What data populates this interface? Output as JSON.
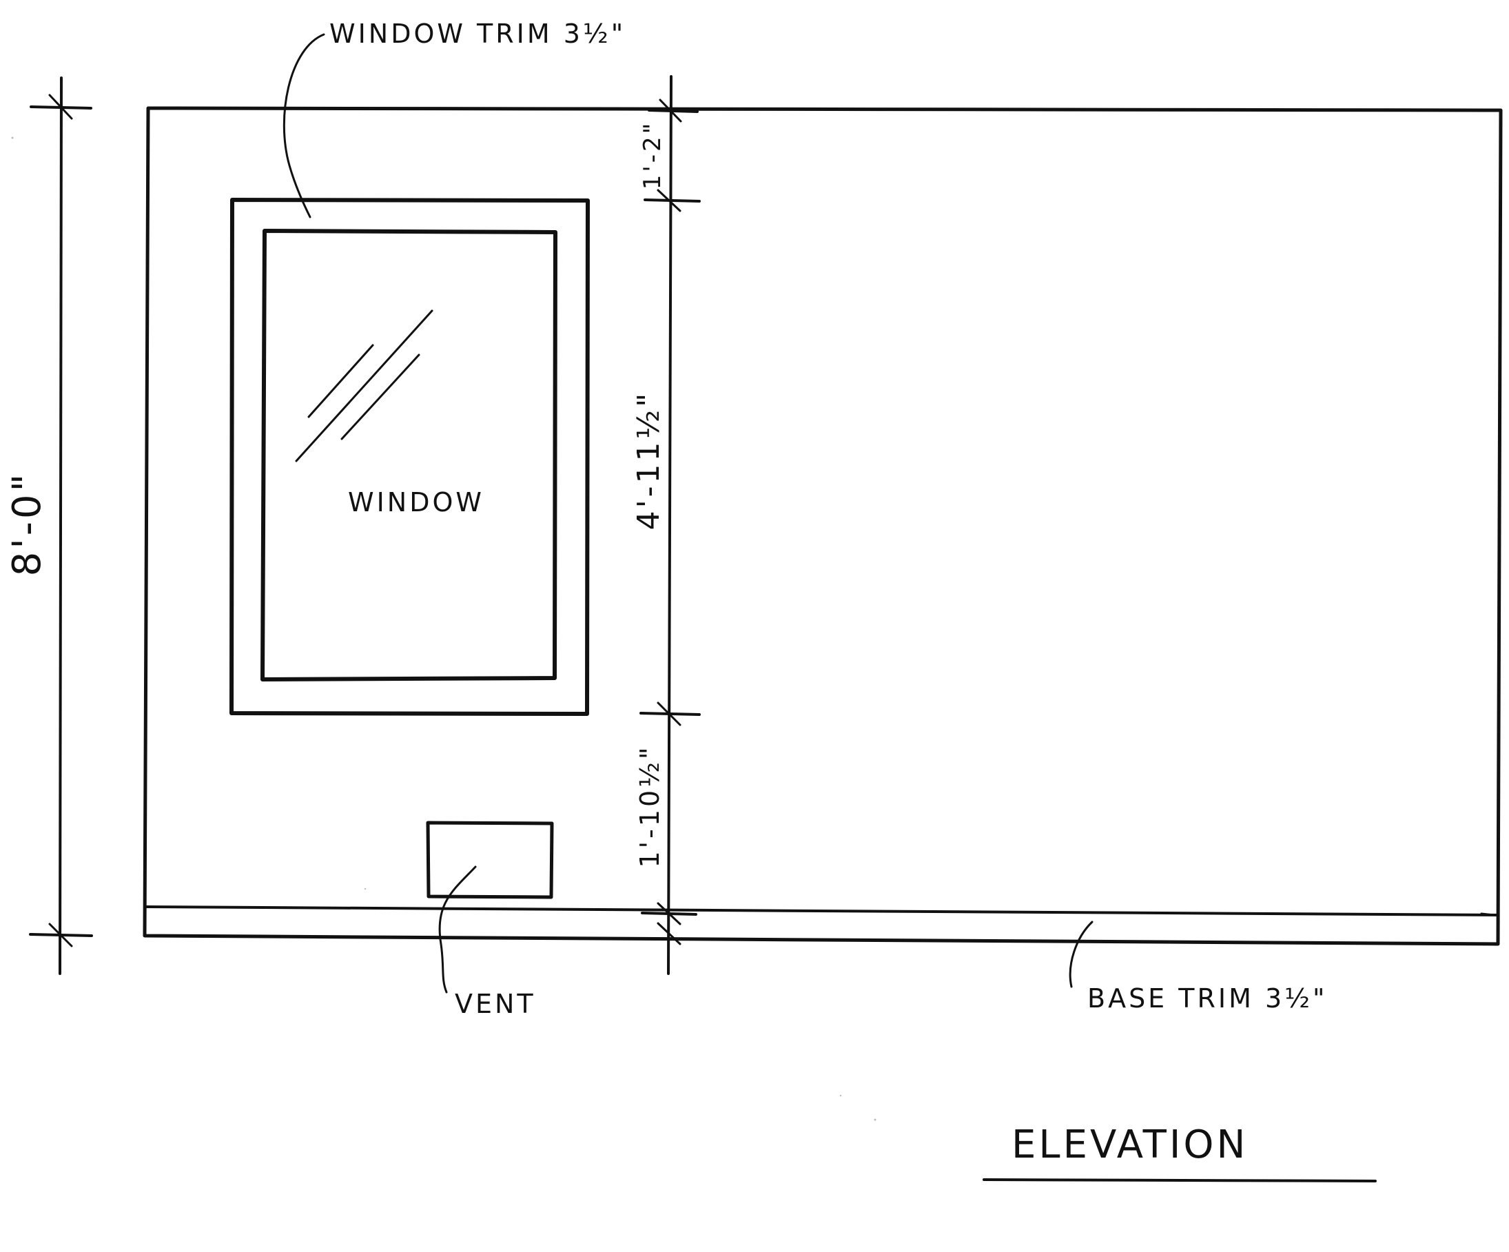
{
  "drawing": {
    "title": "ELEVATION",
    "labels": {
      "window_trim": "WINDOW TRIM 3½\"",
      "window": "WINDOW",
      "vent": "VENT",
      "base_trim": "BASE TRIM 3½\""
    },
    "dimensions": {
      "overall_height": "8'-0\"",
      "top_to_window": "1'-2\"",
      "window_height": "4'-11½\"",
      "window_to_base": "1'-10½\""
    },
    "colors": {
      "ink": "#111111",
      "paper": "#ffffff"
    }
  }
}
